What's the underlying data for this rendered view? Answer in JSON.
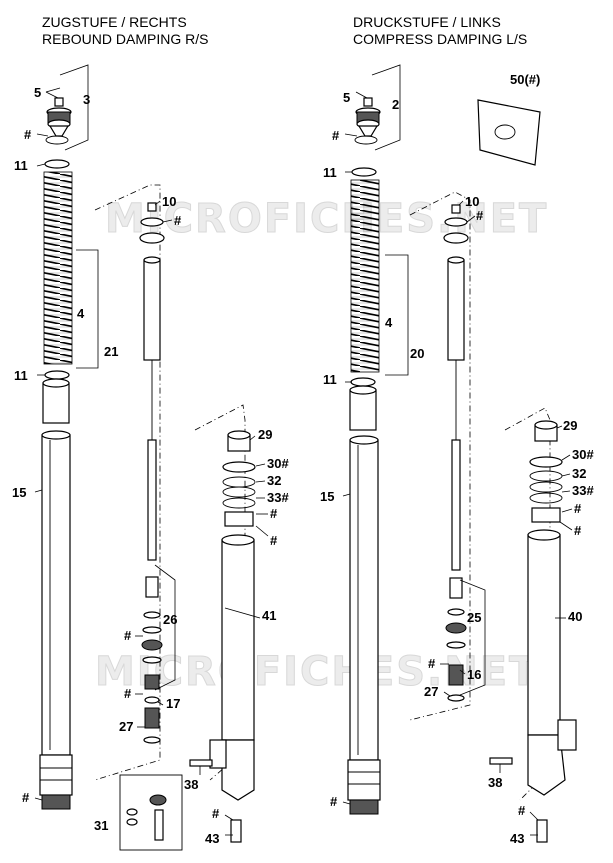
{
  "headers": {
    "rebound_de": "ZUGSTUFE / RECHTS",
    "rebound_en": "REBOUND DAMPING R/S",
    "compress_de": "DRUCKSTUFE / LINKS",
    "compress_en": "COMPRESS DAMPING L/S"
  },
  "watermark": "MICROFICHES.NET",
  "labels": {
    "l5": "5",
    "l3": "3",
    "lhash1": "#",
    "l11a": "11",
    "l4a": "4",
    "l11b": "11",
    "l15a": "15",
    "lhash2": "#",
    "l10a": "10",
    "lhash3": "#",
    "l21": "21",
    "l26": "26",
    "lhash4": "#",
    "lhash5": "#",
    "l17": "17",
    "l27a": "27",
    "l31": "31",
    "l29a": "29",
    "l30a": "30#",
    "l32a": "32",
    "l33a": "33#",
    "lhash6": "#",
    "lhash7": "#",
    "l41": "41",
    "l38a": "38",
    "lhash8": "#",
    "l43a": "43",
    "r5": "5",
    "r2": "2",
    "rhash1": "#",
    "r11a": "11",
    "r4": "4",
    "r11b": "11",
    "r15": "15",
    "rhash2": "#",
    "r50": "50(#)",
    "r10": "10",
    "rhash3": "#",
    "r20": "20",
    "r25": "25",
    "rhash4": "#",
    "r16": "16",
    "r27": "27",
    "r29": "29",
    "r30": "30#",
    "r32": "32",
    "r33": "33#",
    "rhash6": "#",
    "rhash7": "#",
    "r40": "40",
    "r38": "38",
    "rhash8": "#",
    "r43": "43"
  }
}
